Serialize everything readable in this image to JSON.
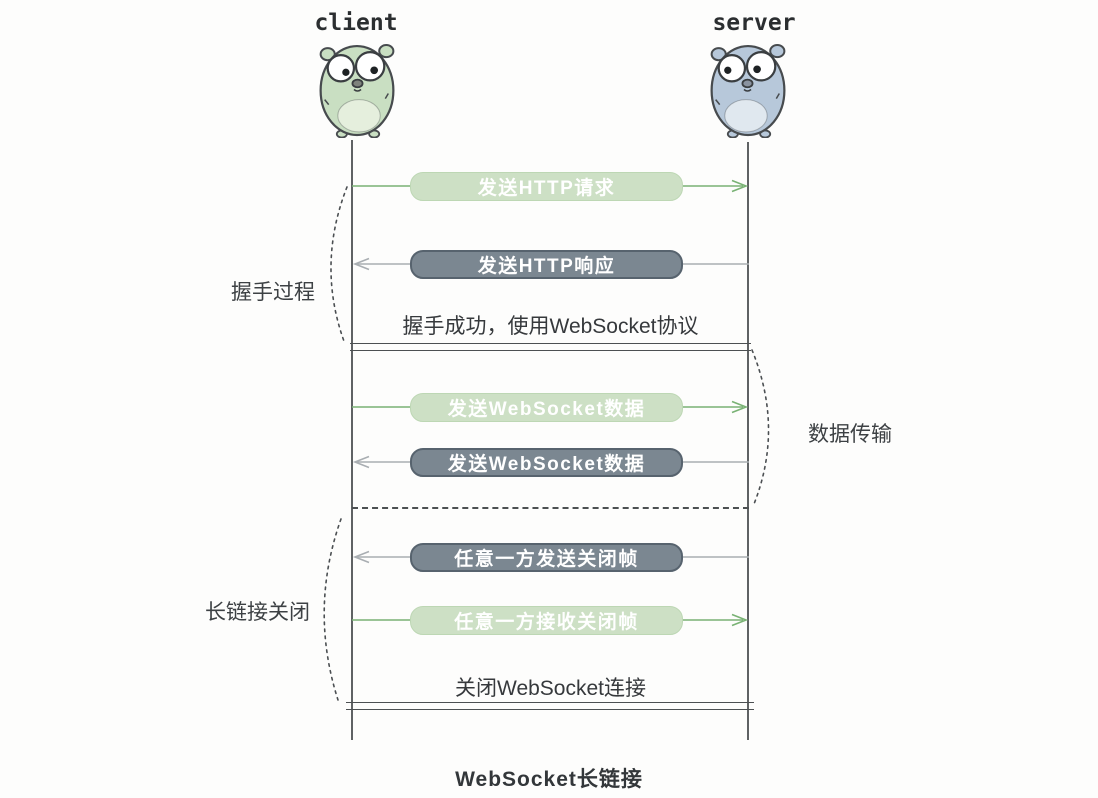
{
  "actors": {
    "client": {
      "label": "client"
    },
    "server": {
      "label": "server"
    }
  },
  "messages": [
    {
      "label": "发送HTTP请求",
      "direction": "right",
      "style": "green"
    },
    {
      "label": "发送HTTP响应",
      "direction": "left",
      "style": "dark"
    },
    {
      "label": "发送WebSocket数据",
      "direction": "right",
      "style": "green"
    },
    {
      "label": "发送WebSocket数据",
      "direction": "left",
      "style": "dark"
    },
    {
      "label": "任意一方发送关闭帧",
      "direction": "left",
      "style": "dark"
    },
    {
      "label": "任意一方接收关闭帧",
      "direction": "right",
      "style": "green"
    }
  ],
  "notes": {
    "handshake_success": "握手成功，使用WebSocket协议",
    "close_connection": "关闭WebSocket连接"
  },
  "phases": {
    "handshake": "握手过程",
    "data_transfer": "数据传输",
    "close": "长链接关闭"
  },
  "caption": "WebSocket长链接",
  "colors": {
    "bg": "#fdfdfc",
    "text_dark": "#3f4346",
    "lifeline": "#5f6264",
    "separator": "#4c5052",
    "green_line": "#79b274",
    "green_pill_bg": "#cde0c5",
    "green_pill_border": "#bdd7b4",
    "dark_pill_bg": "#7b8791",
    "dark_pill_border": "#57636e",
    "gray_line": "#a9aeb2",
    "client_body": "#c9dfc2",
    "client_belly": "#e5efdd",
    "server_body": "#b7c8da",
    "server_belly": "#e0e8ef"
  }
}
